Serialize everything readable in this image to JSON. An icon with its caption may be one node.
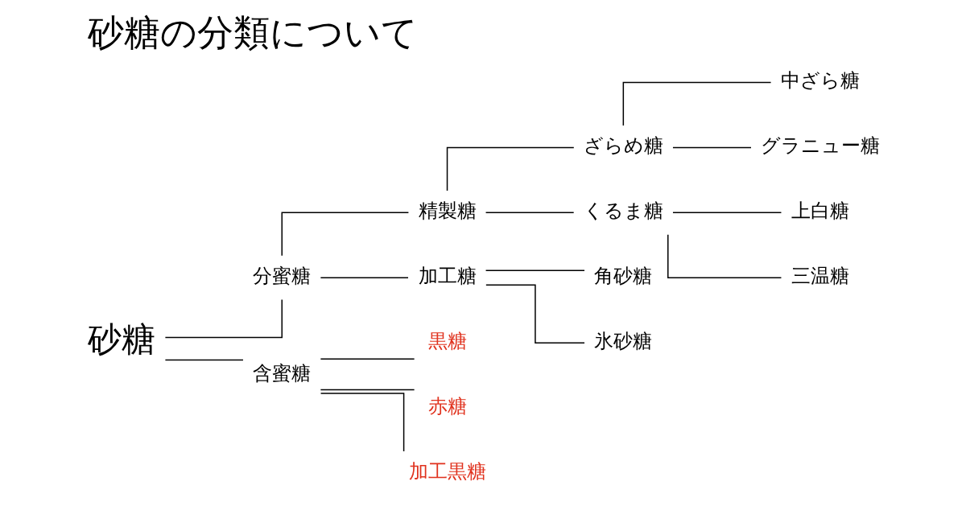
{
  "diagram": {
    "title": "砂糖の分類について",
    "nodes": [
      {
        "text": [
          "砂糖"
        ]
      },
      {
        "text": [
          "分蜜糖"
        ]
      },
      {
        "text": [
          "含蜜糖"
        ]
      },
      {
        "text": [
          "精製糖"
        ]
      },
      {
        "text": [
          "加工糖"
        ]
      },
      {
        "text": [
          "ざらめ糖"
        ]
      },
      {
        "text": [
          "くるま糖"
        ]
      },
      {
        "text": [
          "中ざら糖"
        ]
      },
      {
        "text": [
          "グラニュー糖"
        ]
      },
      {
        "text": [
          "上白糖"
        ]
      },
      {
        "text": [
          "三温糖"
        ]
      },
      {
        "text": [
          "角砂糖"
        ]
      },
      {
        "text": [
          "氷砂糖"
        ]
      },
      {
        "text": [
          "黒糖"
        ]
      },
      {
        "text": [
          "赤糖"
        ]
      },
      {
        "text": [
          "加工黒糖"
        ]
      }
    ],
    "edges": [
      {
        "from": 0,
        "to": 1,
        "arrow": "none"
      },
      {
        "from": 0,
        "to": 2,
        "arrow": "none"
      },
      {
        "from": 1,
        "to": 3,
        "arrow": "none"
      },
      {
        "from": 1,
        "to": 4,
        "arrow": "none"
      },
      {
        "from": 3,
        "to": 5,
        "arrow": "none"
      },
      {
        "from": 3,
        "to": 6,
        "arrow": "none"
      },
      {
        "from": 5,
        "to": 7,
        "arrow": "none"
      },
      {
        "from": 5,
        "to": 8,
        "arrow": "none"
      },
      {
        "from": 6,
        "to": 9,
        "arrow": "none"
      },
      {
        "from": 6,
        "to": 10,
        "arrow": "none"
      },
      {
        "from": 4,
        "to": 11,
        "arrow": "none"
      },
      {
        "from": 4,
        "to": 12,
        "arrow": "none"
      },
      {
        "from": 2,
        "to": 13,
        "arrow": "none"
      },
      {
        "from": 2,
        "to": 14,
        "arrow": "none"
      },
      {
        "from": 2,
        "to": 15,
        "arrow": "none"
      }
    ]
  }
}
